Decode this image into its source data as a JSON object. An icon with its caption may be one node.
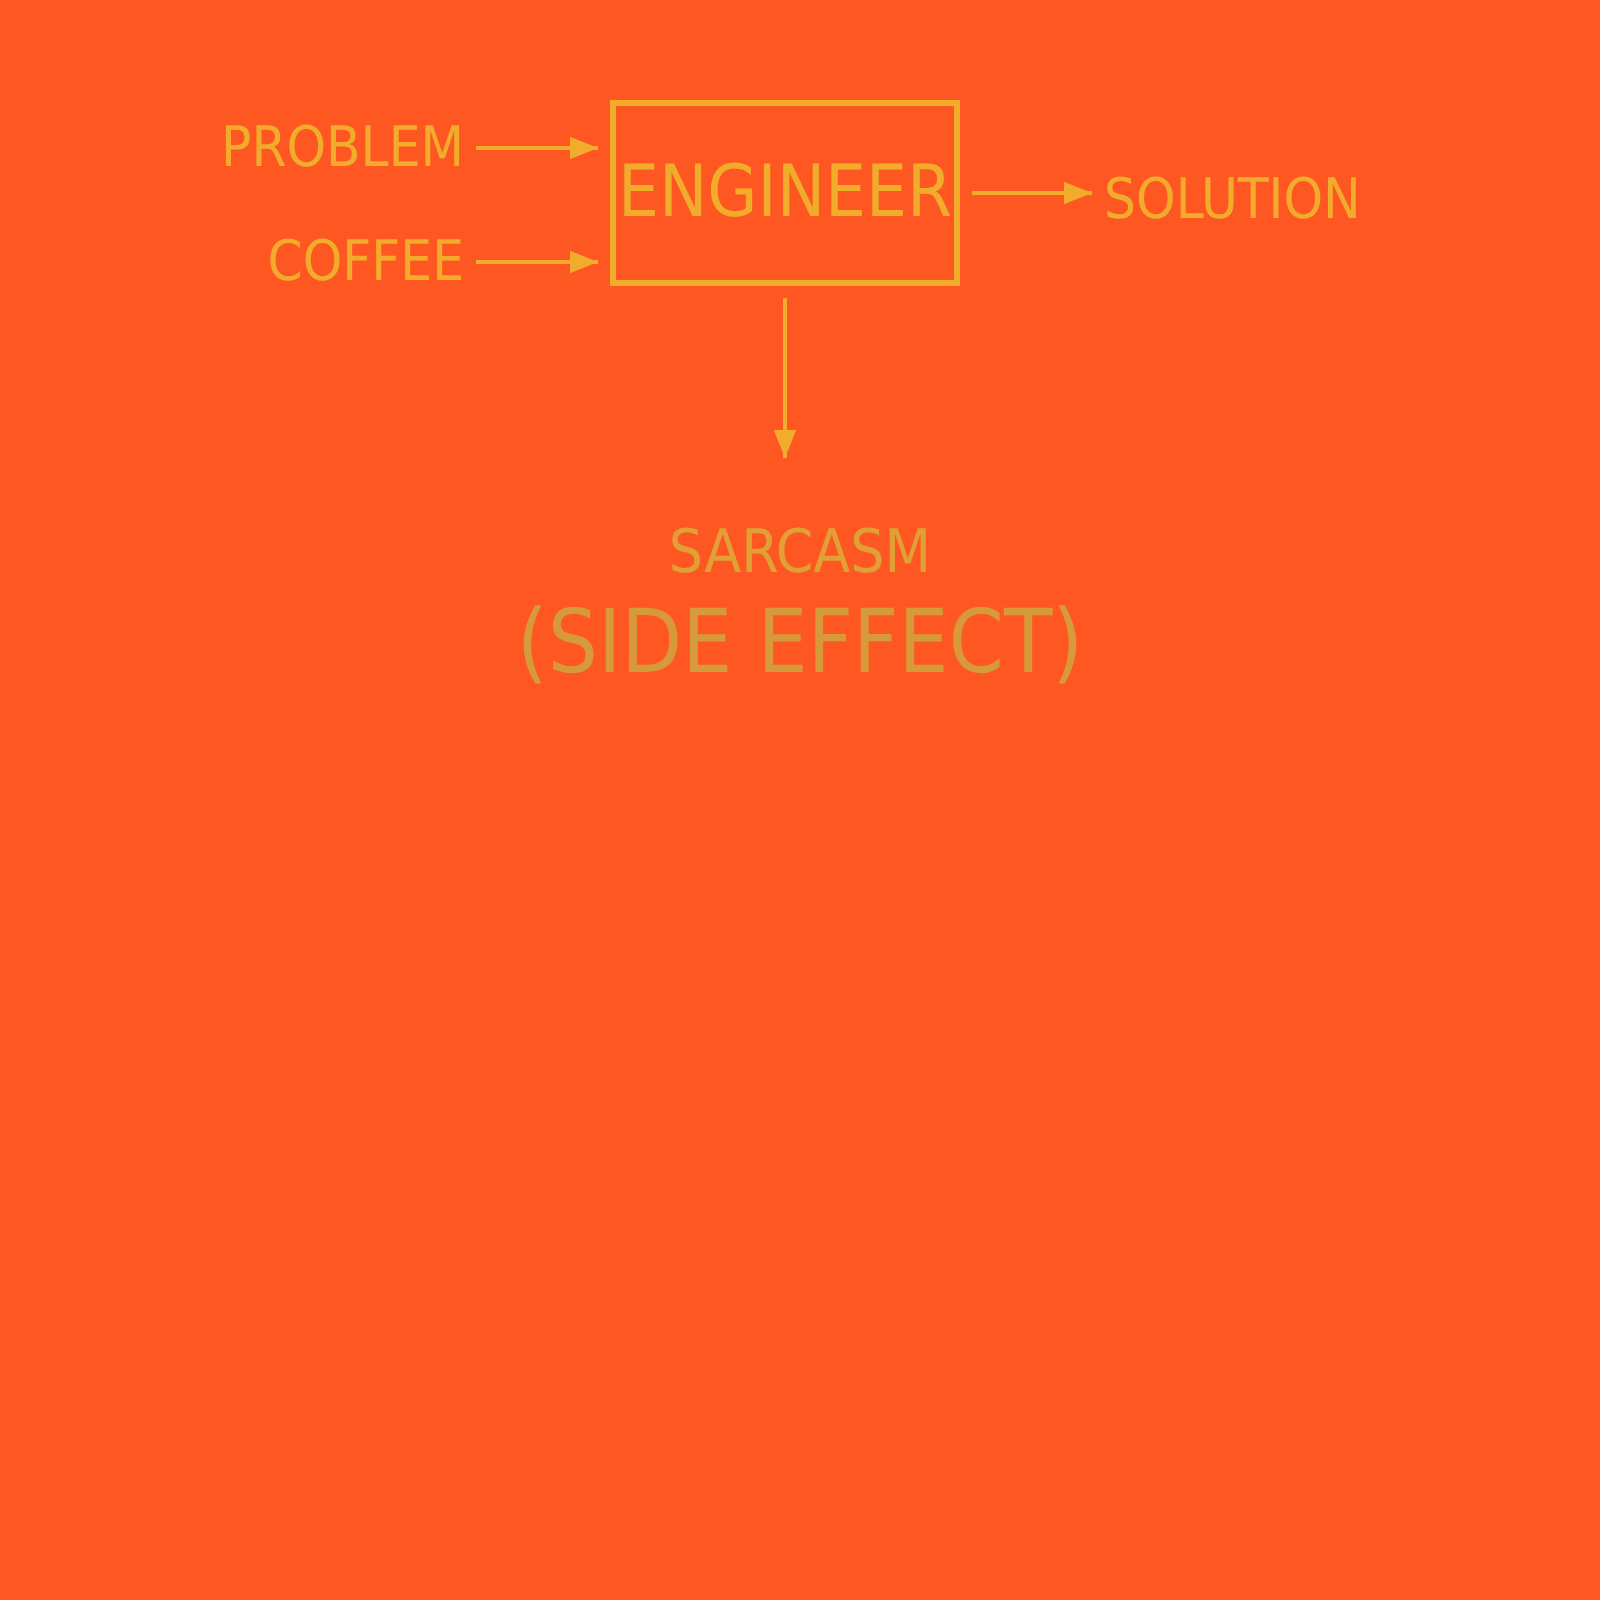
{
  "diagram": {
    "nodes": [
      {
        "text": [
          "PROBLEM"
        ]
      },
      {
        "text": [
          "COFFEE"
        ]
      },
      {
        "text": [
          "ENGINEER"
        ]
      },
      {
        "text": [
          "SOLUTION"
        ]
      },
      {
        "text": [
          "SARCASM",
          "(SIDE EFFECT)"
        ]
      }
    ],
    "edges": [
      {
        "from": 0,
        "to": 2,
        "arrow": "to"
      },
      {
        "from": 1,
        "to": 2,
        "arrow": "to"
      },
      {
        "from": 2,
        "to": 3,
        "arrow": "to"
      },
      {
        "from": 2,
        "to": 4,
        "arrow": "to"
      }
    ]
  }
}
